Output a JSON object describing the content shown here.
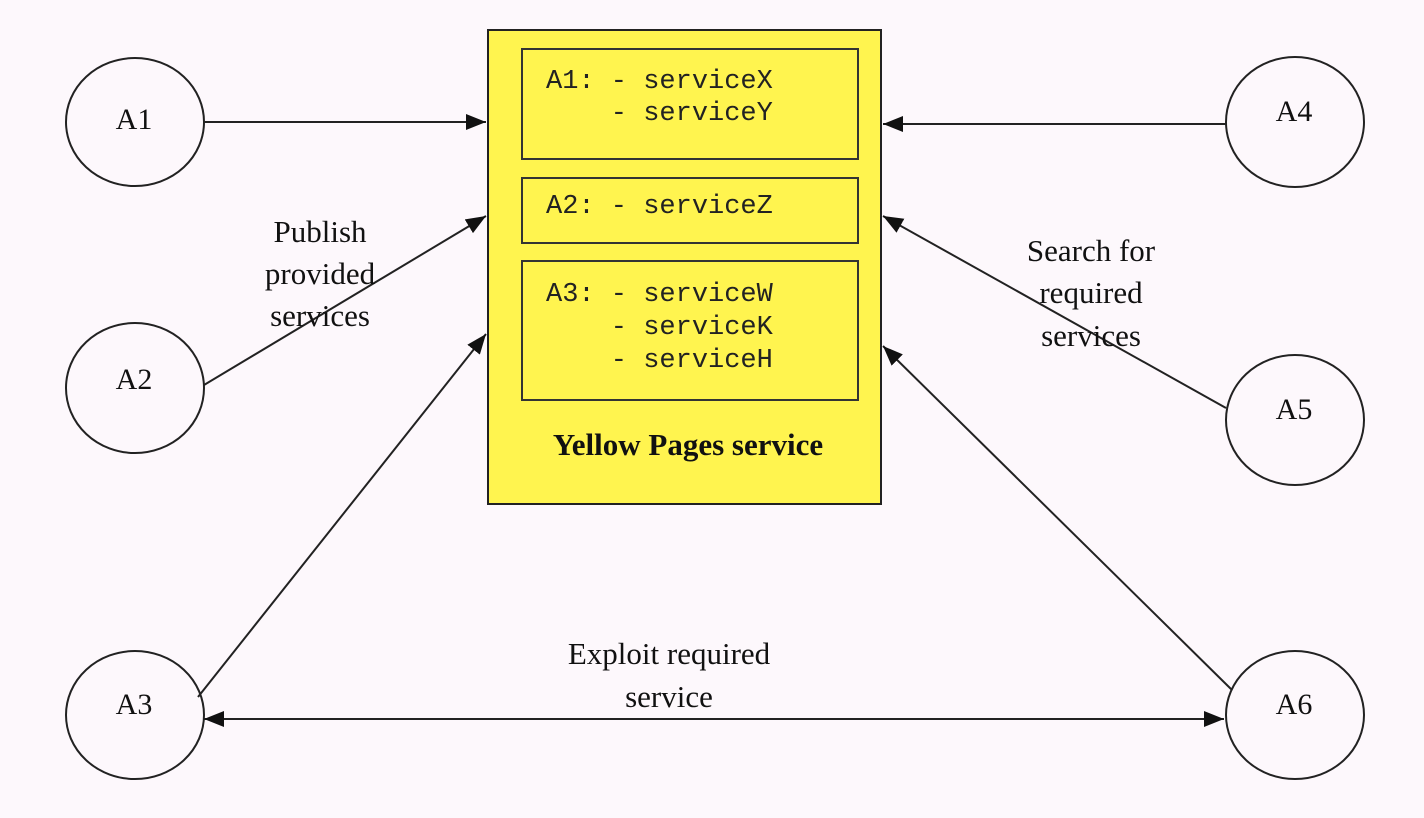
{
  "agents": {
    "a1": "A1",
    "a2": "A2",
    "a3": "A3",
    "a4": "A4",
    "a5": "A5",
    "a6": "A6"
  },
  "yellow_pages": {
    "title": "Yellow Pages service",
    "entries": [
      {
        "line1": "A1: - serviceX",
        "line2": "    - serviceY"
      },
      {
        "line1": "A2: - serviceZ"
      },
      {
        "line1": "A3: - serviceW",
        "line2": "    - serviceK",
        "line3": "    - serviceH"
      }
    ]
  },
  "edge_labels": {
    "publish": {
      "line1": "Publish",
      "line2": "provided",
      "line3": "services"
    },
    "search": {
      "line1": "Search for",
      "line2": "required",
      "line3": "services"
    },
    "exploit": {
      "line1": "Exploit required",
      "line2": "service"
    }
  },
  "colors": {
    "yellow_fill": "#fff44f",
    "background": "#fdf8fc",
    "stroke": "#111111"
  }
}
